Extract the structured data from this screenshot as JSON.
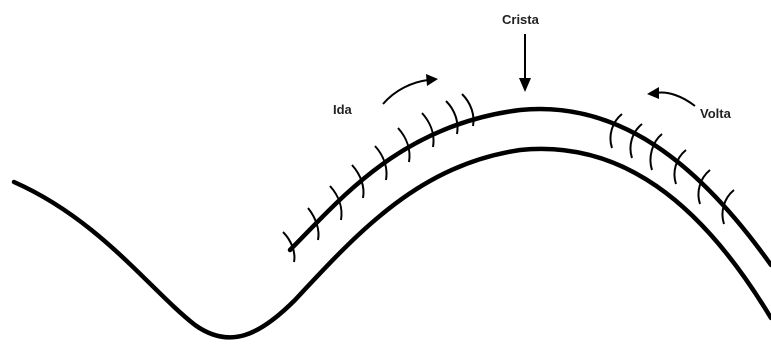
{
  "labels": {
    "crest": "Crista",
    "going": "Ida",
    "returning": "Volta"
  },
  "colors": {
    "stroke": "#000000",
    "text": "#222222",
    "background": "#ffffff"
  }
}
